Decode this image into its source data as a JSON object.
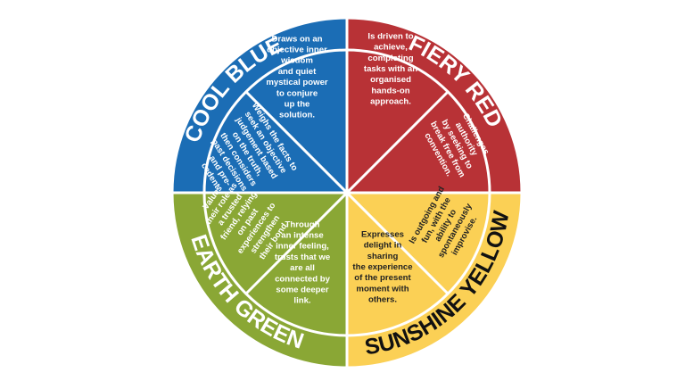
{
  "quadrants": [
    {
      "id": "cool-blue",
      "title": "COOL BLUE",
      "color": "#1b6db5",
      "title_color": "#ffffff",
      "text_color": "#ffffff"
    },
    {
      "id": "fiery-red",
      "title": "FIERY RED",
      "color": "#b83236",
      "title_color": "#ffffff",
      "text_color": "#ffffff"
    },
    {
      "id": "sunshine-yellow",
      "title": "SUNSHINE YELLOW",
      "color": "#fbd055",
      "title_color": "#111111",
      "text_color": "#222222"
    },
    {
      "id": "earth-green",
      "title": "EARTH GREEN",
      "color": "#8aa735",
      "title_color": "#ffffff",
      "text_color": "#ffffff"
    }
  ],
  "segments": [
    {
      "id": "blue-upper",
      "lines": [
        "Draws on an",
        "objective inner",
        "wisdom",
        "and quiet",
        "mystical power",
        "to conjure",
        "up the",
        "solution."
      ]
    },
    {
      "id": "blue-lower",
      "lines": [
        "Weighs the facts to",
        "seek an objective",
        "judgement based",
        "on the truth,",
        "then considers",
        "past decisions",
        "and pre-",
        "cedent."
      ]
    },
    {
      "id": "red-upper",
      "lines": [
        "Is driven to",
        "achieve,",
        "completing",
        "tasks with an",
        "organised",
        "hands-on",
        "approach."
      ]
    },
    {
      "id": "red-lower",
      "lines": [
        "Challenges",
        "authority",
        "by seeking to",
        "break free from",
        "convention."
      ]
    },
    {
      "id": "yellow-upper",
      "lines": [
        "Is outgoing and",
        "fun, with the",
        "ability to",
        "spontaneously",
        "improvise."
      ]
    },
    {
      "id": "yellow-lower",
      "lines": [
        "Expresses",
        "delight in",
        "sharing",
        "the experience",
        "of the present",
        "moment with",
        "others."
      ]
    },
    {
      "id": "green-lower",
      "lines": [
        "Through",
        "an intense",
        "inner feeling,",
        "trusts that we",
        "are all",
        "connected by",
        "some deeper",
        "link."
      ]
    },
    {
      "id": "green-upper",
      "lines": [
        "Values",
        "their role as",
        "a trusted",
        "friend, relying",
        "on past",
        "experiences to",
        "strengthen",
        "their bond."
      ]
    }
  ]
}
